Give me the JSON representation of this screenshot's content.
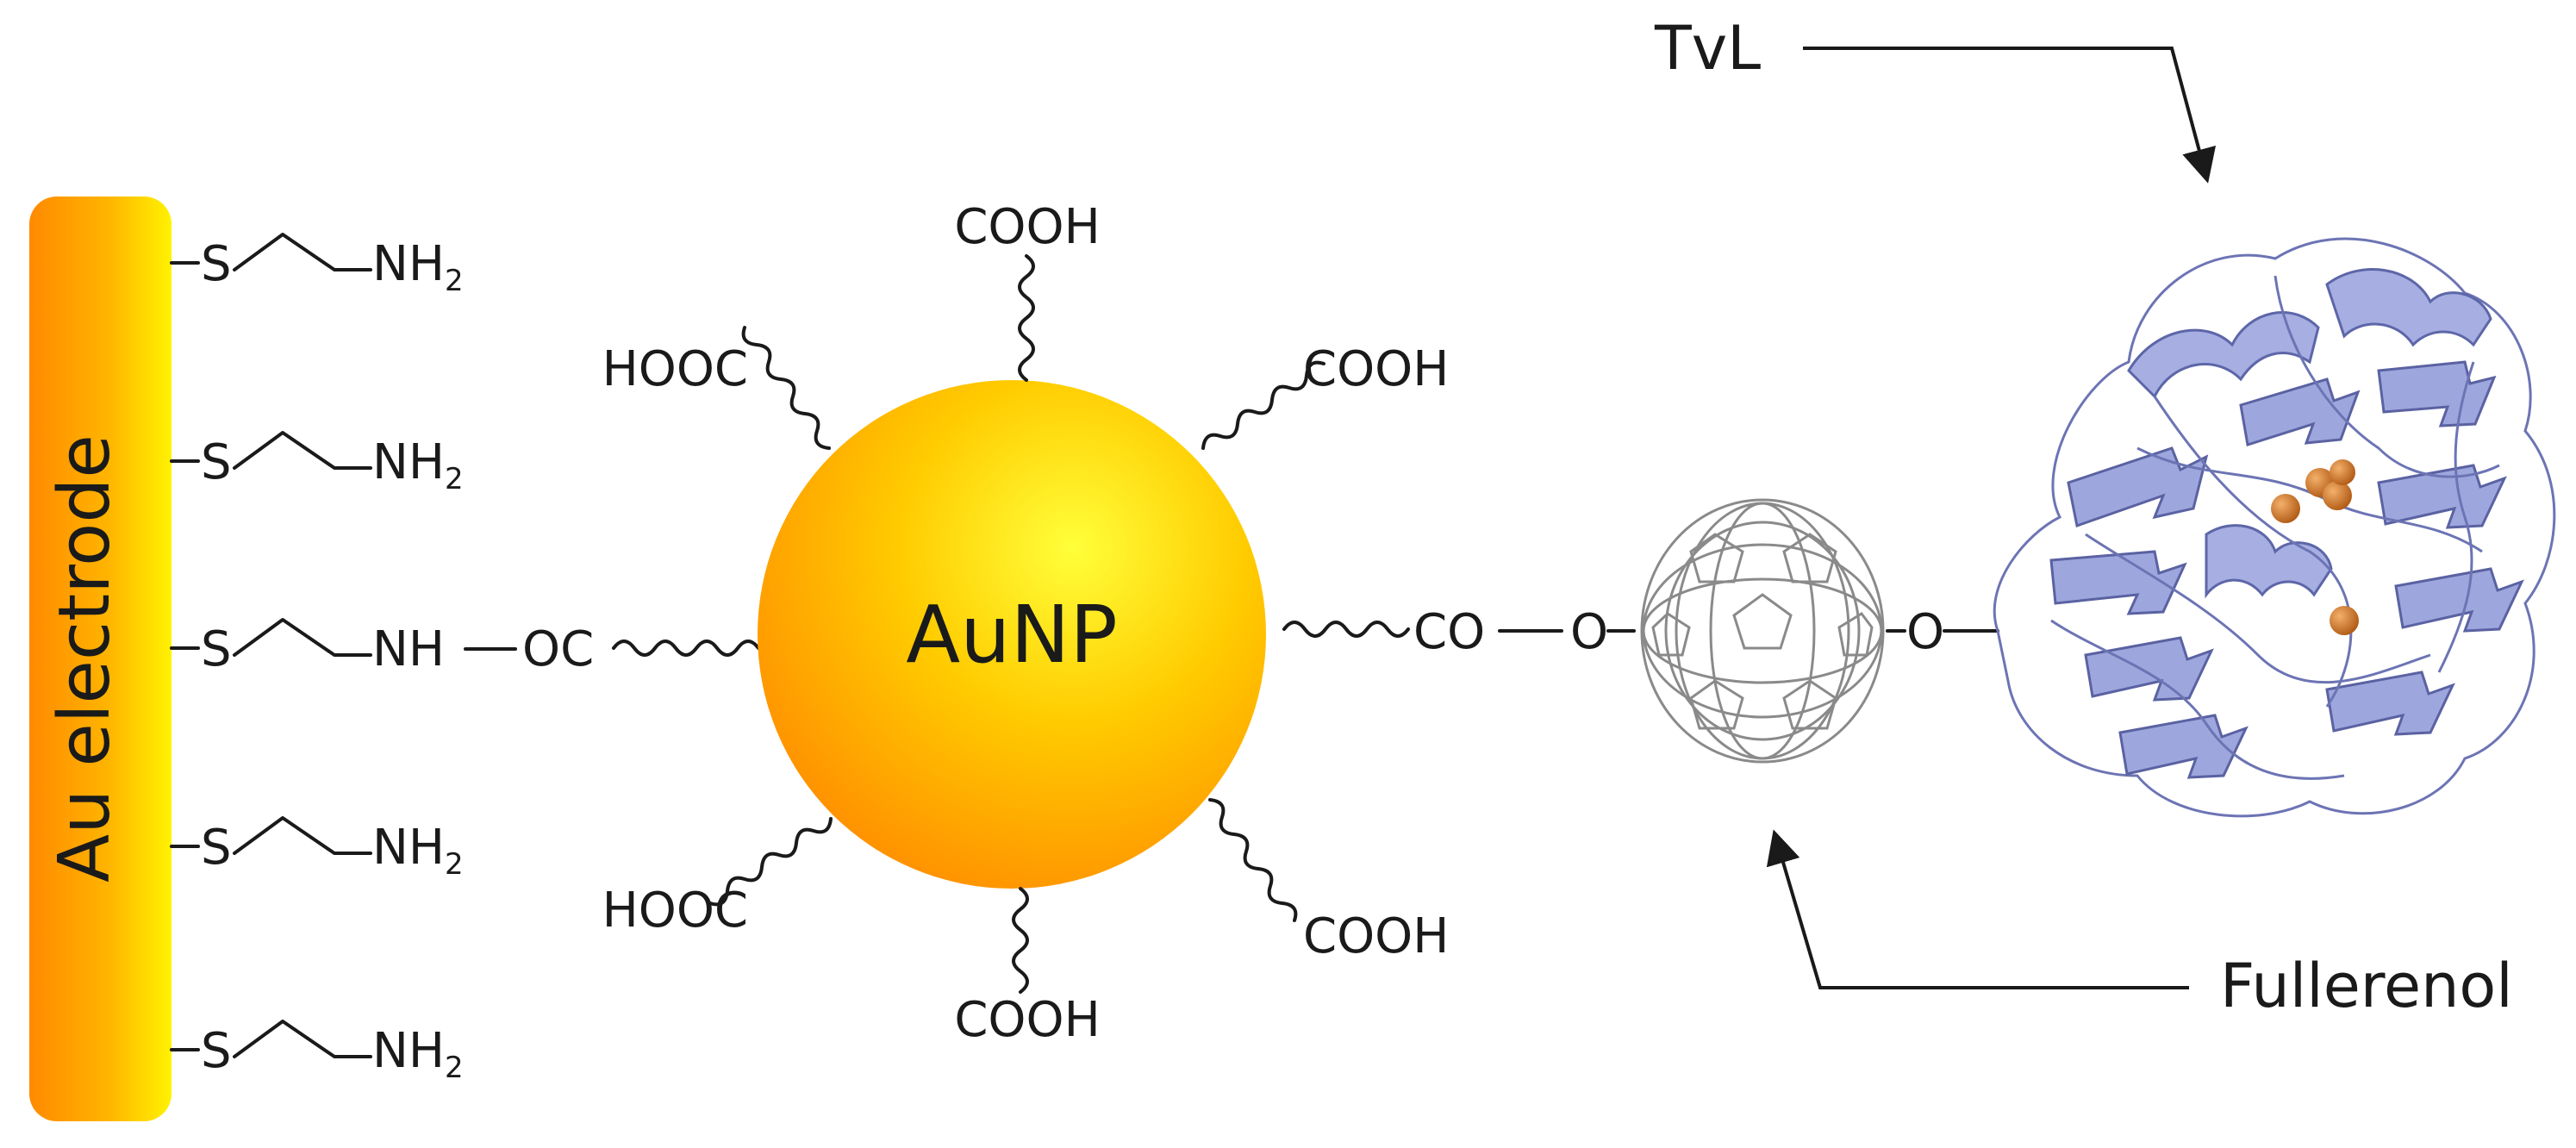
{
  "electrode": {
    "label": "Au electrode"
  },
  "thiol_linkers": [
    {
      "s": "S",
      "end": "NH",
      "sub": "2"
    },
    {
      "s": "S",
      "end": "NH",
      "sub": "2"
    },
    {
      "s": "S",
      "end": "NH",
      "sub": ""
    },
    {
      "s": "S",
      "end": "NH",
      "sub": "2"
    },
    {
      "s": "S",
      "end": "NH",
      "sub": "2"
    }
  ],
  "amide_link": "OC",
  "nanoparticle": {
    "label": "AuNP"
  },
  "carboxyl_groups": {
    "top": "COOH",
    "top_left": "HOOC",
    "top_right": "COOH",
    "bottom_left": "HOOC",
    "bottom": "COOH",
    "bottom_right": "COOH"
  },
  "ester_link": {
    "co": "CO",
    "o1": "O",
    "o2": "O"
  },
  "labels": {
    "enzyme": "TvL",
    "fullerenol": "Fullerenol"
  },
  "colors": {
    "electrode_top": "#ff9800",
    "electrode_bottom": "#ffee00",
    "aunp_center": "#ffee33",
    "aunp_edge": "#ff9800",
    "protein": "#9ea7dd",
    "copper": "#d07a28"
  }
}
